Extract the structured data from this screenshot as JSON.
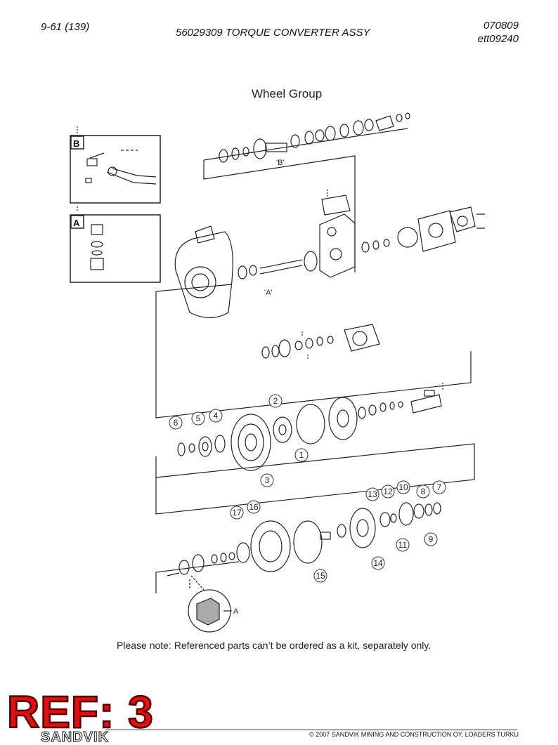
{
  "header": {
    "page_ref": "9-61 (139)",
    "title": "56029309 TORQUE CONVERTER ASSY",
    "date_code": "070809",
    "drawing_id": "ett09240"
  },
  "drawing": {
    "group_title": "Wheel Group",
    "detail_labels": {
      "b_box": "B",
      "a_box": "A",
      "b_ref": "'B'",
      "a_ref": "'A'",
      "a_detail": "A"
    },
    "callouts": [
      "1",
      "2",
      "3",
      "4",
      "5",
      "6",
      "7",
      "8",
      "9",
      "10",
      "11",
      "12",
      "13",
      "14",
      "15",
      "16",
      "17"
    ]
  },
  "note": "Please note: Referenced parts can’t be ordered as a kit, separately only.",
  "stamp": "REF: 3",
  "footer": {
    "brand": "SANDVIK",
    "copyright": "© 2007 SANDVIK MINING AND CONSTRUCTION OY, LOADERS TURKU"
  }
}
